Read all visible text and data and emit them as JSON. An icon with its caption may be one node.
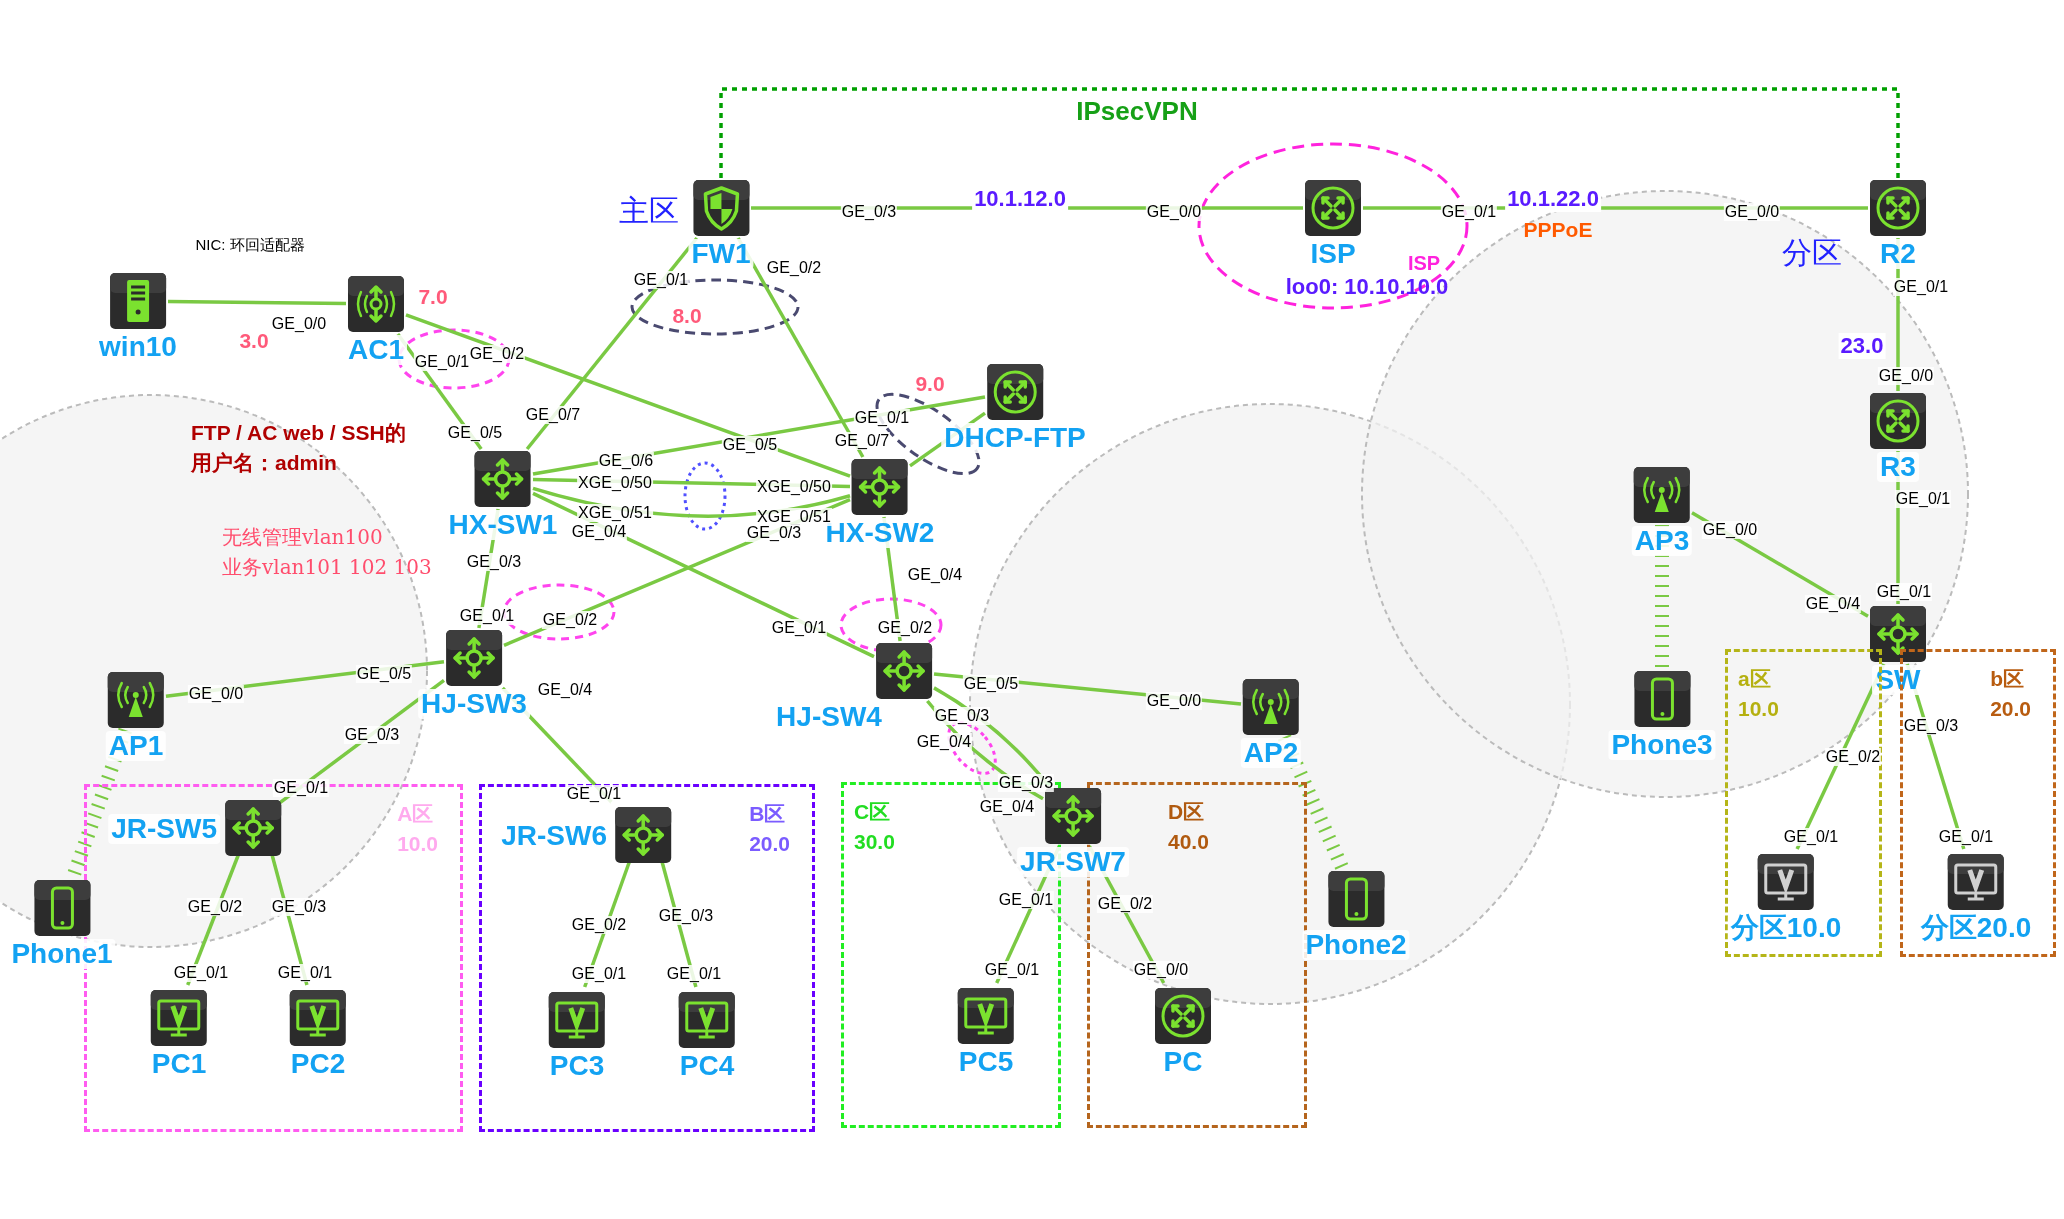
{
  "diagram": {
    "nodes": [
      {
        "text": [
          "FW1"
        ],
        "beside": [
          "主区"
        ]
      },
      {
        "text": [
          "ISP"
        ],
        "beside": [
          "loo0: 10.10.10.0"
        ]
      },
      {
        "text": [
          "R2"
        ],
        "beside": [
          "分区"
        ]
      },
      {
        "text": [
          "win10"
        ]
      },
      {
        "text": [
          "AC1"
        ]
      },
      {
        "text": [
          "DHCP-FTP"
        ]
      },
      {
        "text": [
          "R3"
        ]
      },
      {
        "text": [
          "HX-SW1"
        ]
      },
      {
        "text": [
          "HX-SW2"
        ]
      },
      {
        "text": [
          "AP3"
        ]
      },
      {
        "text": [
          "SW"
        ]
      },
      {
        "text": [
          "HJ-SW3"
        ]
      },
      {
        "text": [
          "HJ-SW4"
        ]
      },
      {
        "text": [
          "AP1"
        ]
      },
      {
        "text": [
          "AP2"
        ]
      },
      {
        "text": [
          "Phone3"
        ]
      },
      {
        "text": [
          "A区",
          "10.0"
        ]
      },
      {
        "text": [
          "JR-SW5"
        ],
        "in": 16
      },
      {
        "text": [
          "B区",
          "20.0"
        ]
      },
      {
        "text": [
          "JR-SW6"
        ],
        "in": 18
      },
      {
        "text": [
          "C区",
          "30.0"
        ]
      },
      {
        "text": [
          "D区",
          "40.0"
        ]
      },
      {
        "text": [
          "JR-SW7"
        ]
      },
      {
        "text": [
          "a区",
          "10.0"
        ]
      },
      {
        "text": [
          "b区",
          "20.0"
        ]
      },
      {
        "text": [
          "Phone1"
        ]
      },
      {
        "text": [
          "Phone2"
        ]
      },
      {
        "text": [
          "分区10.0"
        ],
        "in": 23
      },
      {
        "text": [
          "分区20.0"
        ],
        "in": 24
      },
      {
        "text": [
          "PC1"
        ],
        "in": 16
      },
      {
        "text": [
          "PC2"
        ],
        "in": 16
      },
      {
        "text": [
          "PC3"
        ],
        "in": 18
      },
      {
        "text": [
          "PC4"
        ],
        "in": 18
      },
      {
        "text": [
          "PC5"
        ],
        "in": 20
      },
      {
        "text": [
          "PC"
        ],
        "in": 21
      }
    ],
    "edges": [
      {
        "from": 0,
        "to": 1,
        "arrow": "none",
        "label": "10.1.12.0"
      },
      {
        "from": 1,
        "to": 2,
        "arrow": "none",
        "label": "10.1.22.0"
      },
      {
        "from": 0,
        "to": 2,
        "arrow": "none",
        "label": "IPsecVPN",
        "style": "dashed",
        "color": "#00a000"
      },
      {
        "from": 3,
        "to": 4,
        "arrow": "none"
      },
      {
        "from": 4,
        "to": 7,
        "arrow": "none"
      },
      {
        "from": 4,
        "to": 8,
        "arrow": "none"
      },
      {
        "from": 0,
        "to": 7,
        "arrow": "none"
      },
      {
        "from": 0,
        "to": 8,
        "arrow": "none"
      },
      {
        "from": 7,
        "to": 5,
        "arrow": "none"
      },
      {
        "from": 8,
        "to": 5,
        "arrow": "none"
      },
      {
        "from": 7,
        "to": 8,
        "arrow": "none"
      },
      {
        "from": 7,
        "to": 8,
        "arrow": "none"
      },
      {
        "from": 7,
        "to": 11,
        "arrow": "none"
      },
      {
        "from": 7,
        "to": 12,
        "arrow": "none"
      },
      {
        "from": 8,
        "to": 11,
        "arrow": "none"
      },
      {
        "from": 8,
        "to": 12,
        "arrow": "none"
      },
      {
        "from": 11,
        "to": 13,
        "arrow": "none"
      },
      {
        "from": 11,
        "to": 17,
        "arrow": "none"
      },
      {
        "from": 11,
        "to": 19,
        "arrow": "none"
      },
      {
        "from": 12,
        "to": 14,
        "arrow": "none"
      },
      {
        "from": 12,
        "to": 22,
        "arrow": "none"
      },
      {
        "from": 12,
        "to": 22,
        "arrow": "none"
      },
      {
        "from": 17,
        "to": 29,
        "arrow": "none"
      },
      {
        "from": 17,
        "to": 30,
        "arrow": "none"
      },
      {
        "from": 19,
        "to": 31,
        "arrow": "none"
      },
      {
        "from": 19,
        "to": 32,
        "arrow": "none"
      },
      {
        "from": 22,
        "to": 33,
        "arrow": "none"
      },
      {
        "from": 22,
        "to": 34,
        "arrow": "none"
      },
      {
        "from": 2,
        "to": 6,
        "arrow": "none",
        "label": "23.0"
      },
      {
        "from": 6,
        "to": 10,
        "arrow": "none"
      },
      {
        "from": 9,
        "to": 10,
        "arrow": "none"
      },
      {
        "from": 10,
        "to": 27,
        "arrow": "none"
      },
      {
        "from": 10,
        "to": 28,
        "arrow": "none"
      },
      {
        "from": 13,
        "to": 25,
        "arrow": "none",
        "style": "dashed"
      },
      {
        "from": 14,
        "to": 26,
        "arrow": "none",
        "style": "dashed"
      },
      {
        "from": 9,
        "to": 15,
        "arrow": "none",
        "style": "dashed"
      }
    ],
    "labels": [
      "NIC: 环回适配器",
      "FTP / AC web / SSH的",
      "用户名：admin",
      "无线管理vlan100",
      "业务vlan101 102 103",
      "7.0",
      "3.0",
      "8.0",
      "9.0",
      "ISP",
      "PPPoE",
      "GE_0/3",
      "GE_0/0",
      "GE_0/1",
      "GE_0/0",
      "GE_0/1",
      "GE_0/2",
      "GE_0/0",
      "GE_0/1",
      "GE_0/2",
      "GE_0/7",
      "GE_0/5",
      "GE_0/6",
      "XGE_0/50",
      "XGE_0/51",
      "GE_0/4",
      "GE_0/3",
      "GE_0/5",
      "GE_0/1",
      "GE_0/7",
      "XGE_0/50",
      "XGE_0/51",
      "GE_0/3",
      "GE_0/4",
      "GE_0/1",
      "GE_0/2",
      "GE_0/1",
      "GE_0/2",
      "GE_0/5",
      "GE_0/0",
      "GE_0/4",
      "GE_0/3",
      "GE_0/1",
      "GE_0/1",
      "GE_0/5",
      "GE_0/0",
      "GE_0/3",
      "GE_0/4",
      "GE_0/3",
      "GE_0/4",
      "GE_0/2",
      "GE_0/3",
      "GE_0/1",
      "GE_0/1",
      "GE_0/2",
      "GE_0/3",
      "GE_0/1",
      "GE_0/1",
      "GE_0/1",
      "GE_0/2",
      "GE_0/1",
      "GE_0/0",
      "GE_0/1",
      "GE_0/0",
      "GE_0/1",
      "GE_0/0",
      "GE_0/4",
      "GE_0/1",
      "GE_0/2",
      "GE_0/3",
      "GE_0/1",
      "GE_0/1"
    ]
  }
}
